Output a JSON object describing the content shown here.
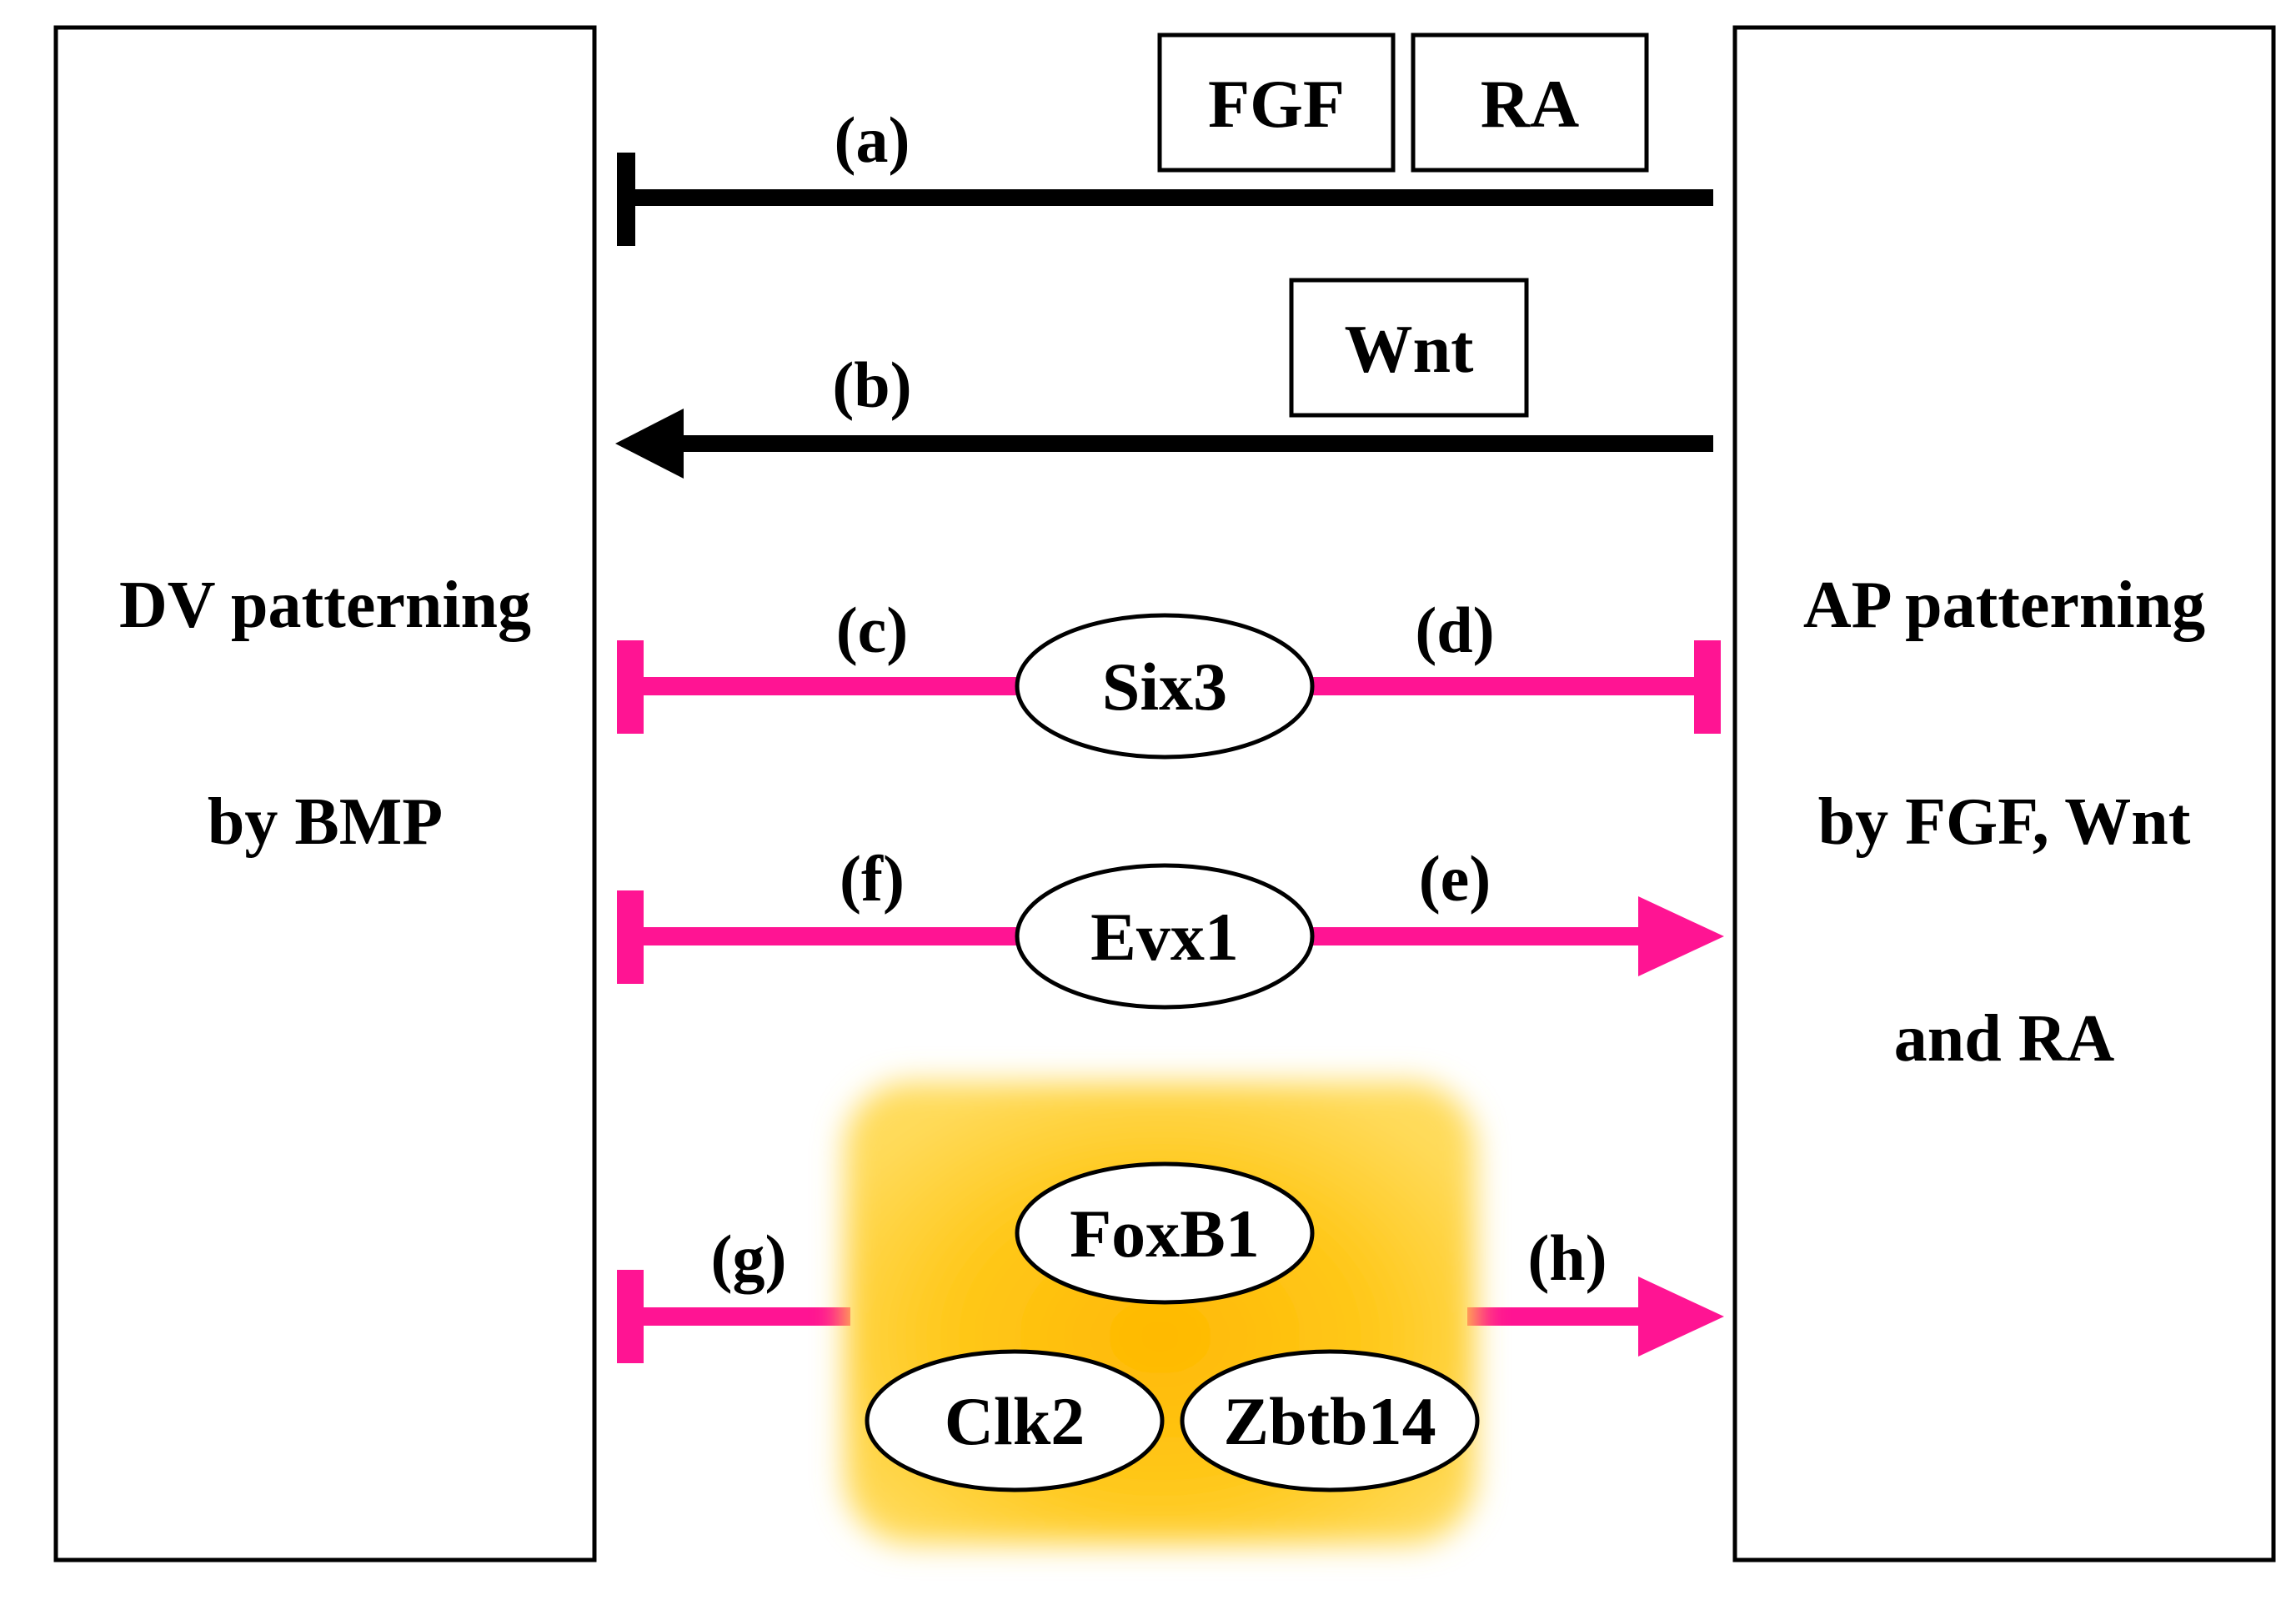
{
  "colors": {
    "magenta": "#ff1493",
    "black": "#000000",
    "glow_core": "#ffc400",
    "glow_edge": "#ffe27a"
  },
  "dv_box": {
    "line1": "DV patterning",
    "line2": "by BMP"
  },
  "ap_box": {
    "line1": "AP patterning",
    "line2": "by FGF, Wnt",
    "line3": "and RA"
  },
  "signals": {
    "fgf": "FGF",
    "ra": "RA",
    "wnt": "Wnt"
  },
  "arrows": {
    "a": {
      "label": "(a)",
      "type": "inhibit",
      "color": "black"
    },
    "b": {
      "label": "(b)",
      "type": "activate",
      "color": "black"
    },
    "c": {
      "label": "(c)",
      "type": "inhibit",
      "color": "magenta"
    },
    "d": {
      "label": "(d)",
      "type": "inhibit",
      "color": "magenta"
    },
    "e": {
      "label": "(e)",
      "type": "activate",
      "color": "magenta"
    },
    "f": {
      "label": "(f)",
      "type": "inhibit",
      "color": "magenta"
    },
    "g": {
      "label": "(g)",
      "type": "inhibit",
      "color": "magenta"
    },
    "h": {
      "label": "(h)",
      "type": "activate",
      "color": "magenta"
    }
  },
  "genes": {
    "six3": "Six3",
    "evx1": "Evx1",
    "foxb1": "FoxB1",
    "clk2": "Clk2",
    "zbtb14": "Zbtb14"
  }
}
